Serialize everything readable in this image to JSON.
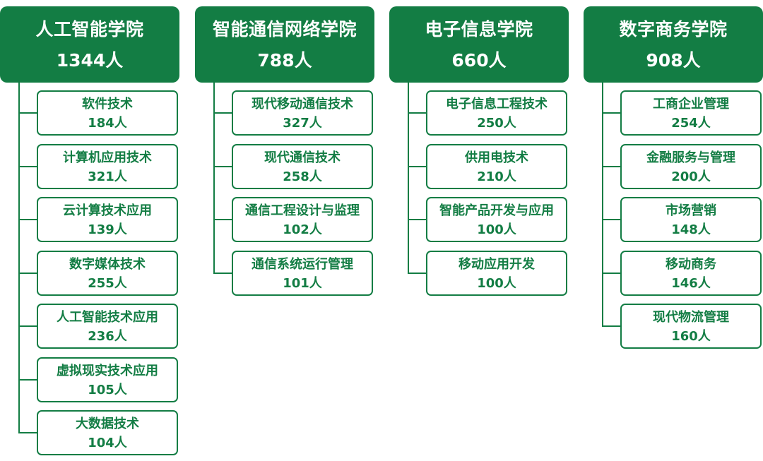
{
  "colleges": [
    {
      "name": "人工智能学院",
      "count": "1344人",
      "majors": [
        {
          "name": "软件技术",
          "count": "184人"
        },
        {
          "name": "计算机应用技术",
          "count": "321人"
        },
        {
          "name": "云计算技术应用",
          "count": "139人"
        },
        {
          "name": "数字媒体技术",
          "count": "255人"
        },
        {
          "name": "人工智能技术应用",
          "count": "236人"
        },
        {
          "name": "虚拟现实技术应用",
          "count": "105人"
        },
        {
          "name": "大数据技术",
          "count": "104人"
        }
      ]
    },
    {
      "name": "智能通信网络学院",
      "count": "788人",
      "majors": [
        {
          "name": "现代移动通信技术",
          "count": "327人"
        },
        {
          "name": "现代通信技术",
          "count": "258人"
        },
        {
          "name": "通信工程设计与监理",
          "count": "102人"
        },
        {
          "name": "通信系统运行管理",
          "count": "101人"
        }
      ]
    },
    {
      "name": "电子信息学院",
      "count": "660人",
      "majors": [
        {
          "name": "电子信息工程技术",
          "count": "250人"
        },
        {
          "name": "供用电技术",
          "count": "210人"
        },
        {
          "name": "智能产品开发与应用",
          "count": "100人"
        },
        {
          "name": "移动应用开发",
          "count": "100人"
        }
      ]
    },
    {
      "name": "数字商务学院",
      "count": "908人",
      "majors": [
        {
          "name": "工商企业管理",
          "count": "254人"
        },
        {
          "name": "金融服务与管理",
          "count": "200人"
        },
        {
          "name": "市场营销",
          "count": "148人"
        },
        {
          "name": "移动商务",
          "count": "146人"
        },
        {
          "name": "现代物流管理",
          "count": "160人"
        }
      ]
    }
  ]
}
